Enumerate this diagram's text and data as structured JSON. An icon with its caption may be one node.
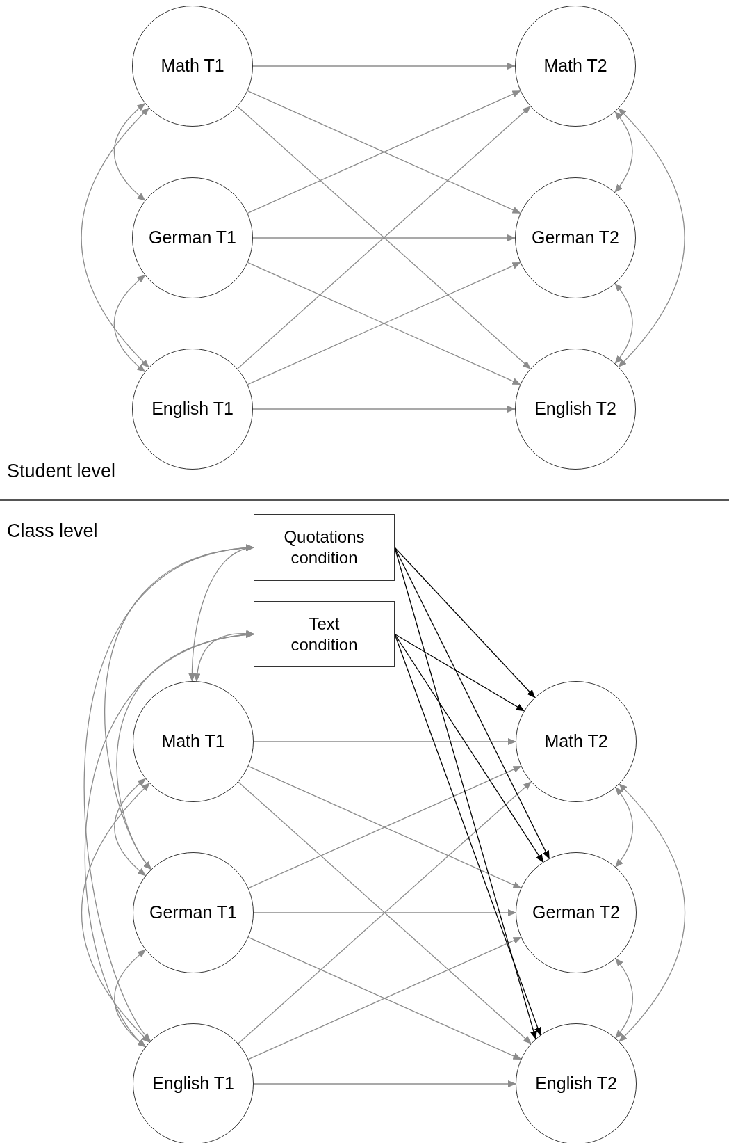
{
  "diagram": {
    "nodes": [
      {
        "text": [
          "Math T1"
        ]
      },
      {
        "text": [
          "German T1"
        ]
      },
      {
        "text": [
          "English T1"
        ]
      },
      {
        "text": [
          "Math T2"
        ]
      },
      {
        "text": [
          "German T2"
        ]
      },
      {
        "text": [
          "English T2"
        ]
      },
      {
        "text": [
          "Quotations condition"
        ]
      },
      {
        "text": [
          "Text condition"
        ]
      },
      {
        "text": [
          "Math T1"
        ]
      },
      {
        "text": [
          "German T1"
        ]
      },
      {
        "text": [
          "English T1"
        ]
      },
      {
        "text": [
          "Math T2"
        ]
      },
      {
        "text": [
          "German T2"
        ]
      },
      {
        "text": [
          "English T2"
        ]
      }
    ],
    "edges": [
      {
        "from": 0,
        "to": 3,
        "arrow": "to"
      },
      {
        "from": 0,
        "to": 4,
        "arrow": "to"
      },
      {
        "from": 0,
        "to": 5,
        "arrow": "to"
      },
      {
        "from": 1,
        "to": 3,
        "arrow": "to"
      },
      {
        "from": 1,
        "to": 4,
        "arrow": "to"
      },
      {
        "from": 1,
        "to": 5,
        "arrow": "to"
      },
      {
        "from": 2,
        "to": 3,
        "arrow": "to"
      },
      {
        "from": 2,
        "to": 4,
        "arrow": "to"
      },
      {
        "from": 2,
        "to": 5,
        "arrow": "to"
      },
      {
        "from": 0,
        "to": 1,
        "arrow": "both"
      },
      {
        "from": 1,
        "to": 2,
        "arrow": "both"
      },
      {
        "from": 0,
        "to": 2,
        "arrow": "both"
      },
      {
        "from": 3,
        "to": 4,
        "arrow": "both"
      },
      {
        "from": 4,
        "to": 5,
        "arrow": "both"
      },
      {
        "from": 3,
        "to": 5,
        "arrow": "both"
      },
      {
        "from": 8,
        "to": 11,
        "arrow": "to"
      },
      {
        "from": 8,
        "to": 12,
        "arrow": "to"
      },
      {
        "from": 8,
        "to": 13,
        "arrow": "to"
      },
      {
        "from": 9,
        "to": 11,
        "arrow": "to"
      },
      {
        "from": 9,
        "to": 12,
        "arrow": "to"
      },
      {
        "from": 9,
        "to": 13,
        "arrow": "to"
      },
      {
        "from": 10,
        "to": 11,
        "arrow": "to"
      },
      {
        "from": 10,
        "to": 12,
        "arrow": "to"
      },
      {
        "from": 10,
        "to": 13,
        "arrow": "to"
      },
      {
        "from": 8,
        "to": 9,
        "arrow": "both"
      },
      {
        "from": 9,
        "to": 10,
        "arrow": "both"
      },
      {
        "from": 8,
        "to": 10,
        "arrow": "both"
      },
      {
        "from": 6,
        "to": 8,
        "arrow": "both"
      },
      {
        "from": 6,
        "to": 9,
        "arrow": "both"
      },
      {
        "from": 6,
        "to": 10,
        "arrow": "both"
      },
      {
        "from": 7,
        "to": 8,
        "arrow": "both"
      },
      {
        "from": 7,
        "to": 9,
        "arrow": "both"
      },
      {
        "from": 7,
        "to": 10,
        "arrow": "both"
      },
      {
        "from": 11,
        "to": 12,
        "arrow": "both"
      },
      {
        "from": 12,
        "to": 13,
        "arrow": "both"
      },
      {
        "from": 11,
        "to": 13,
        "arrow": "both"
      },
      {
        "from": 6,
        "to": 11,
        "arrow": "to",
        "color": "#000000"
      },
      {
        "from": 6,
        "to": 12,
        "arrow": "to",
        "color": "#000000"
      },
      {
        "from": 6,
        "to": 13,
        "arrow": "to",
        "color": "#000000"
      },
      {
        "from": 7,
        "to": 11,
        "arrow": "to",
        "color": "#000000"
      },
      {
        "from": 7,
        "to": 12,
        "arrow": "to",
        "color": "#000000"
      },
      {
        "from": 7,
        "to": 13,
        "arrow": "to",
        "color": "#000000"
      }
    ],
    "labels": [
      "Student level",
      "Class level"
    ]
  }
}
